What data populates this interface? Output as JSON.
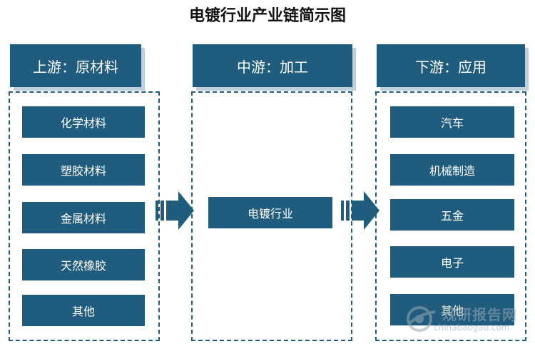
{
  "title": "电镀行业产业链简示图",
  "upstream": {
    "header": "上游：原材料",
    "items": [
      "化学材料",
      "塑胶材料",
      "金属材料",
      "天然橡胶",
      "其他"
    ]
  },
  "midstream": {
    "header": "中游：加工",
    "items": [
      "电镀行业"
    ]
  },
  "downstream": {
    "header": "下游：应用",
    "items": [
      "汽车",
      "机械制造",
      "五金",
      "电子",
      "其他"
    ]
  },
  "watermark": {
    "text": "观研报告网",
    "url": "chinabaogao.com"
  },
  "colors": {
    "primary": "#1f5c7d",
    "header_shadow": "#bfcfd9"
  }
}
